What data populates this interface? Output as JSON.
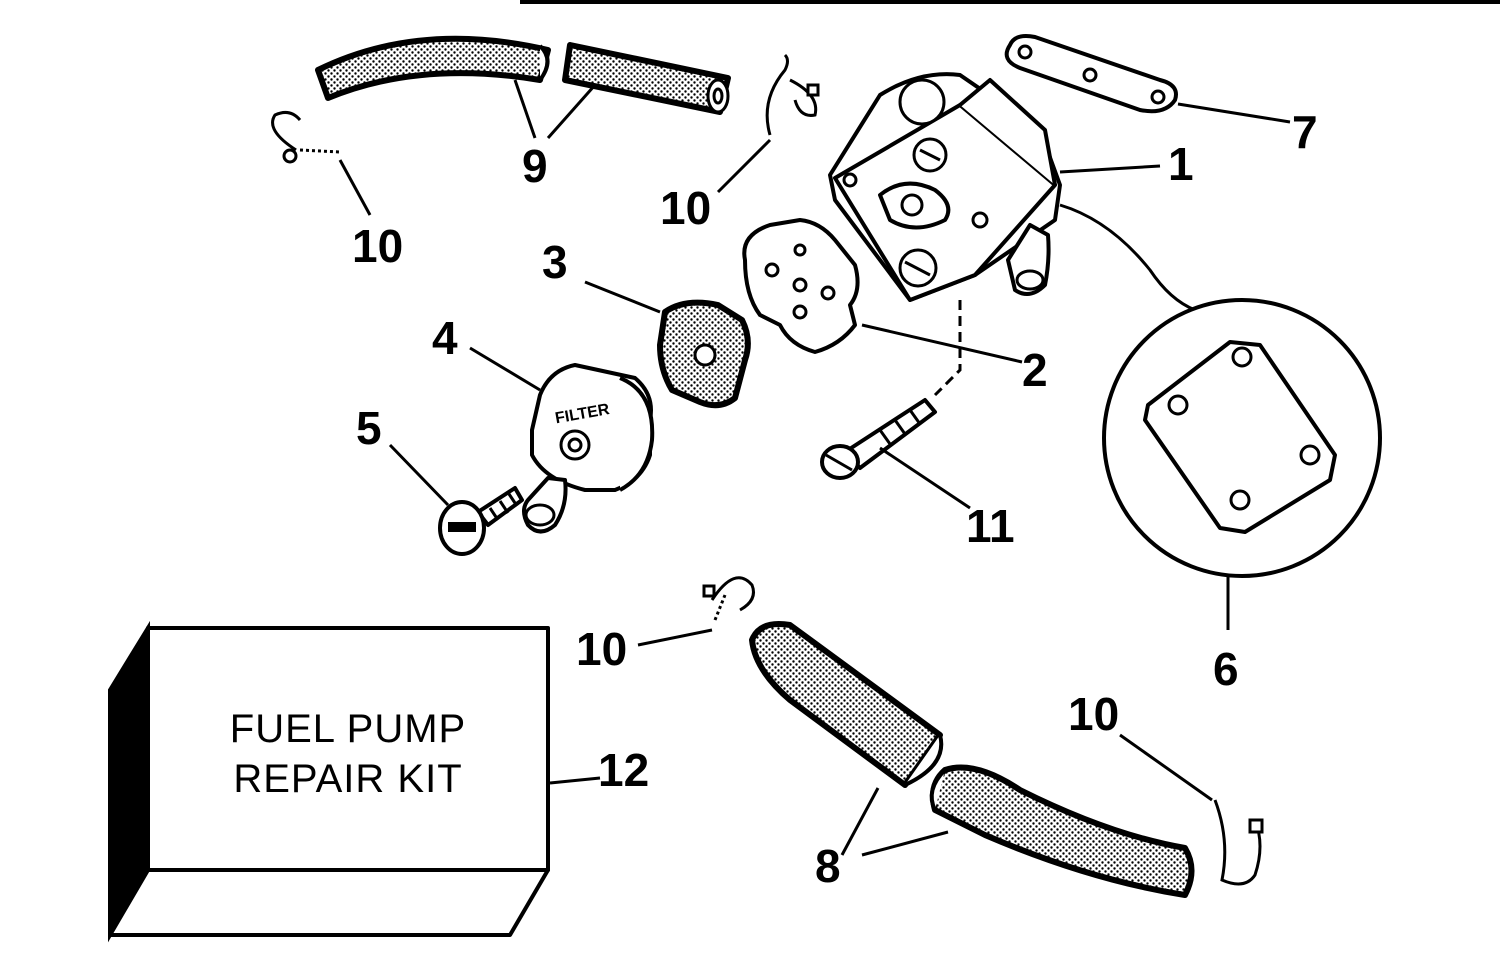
{
  "callouts": {
    "c1": "1",
    "c2": "2",
    "c3": "3",
    "c4": "4",
    "c5": "5",
    "c6": "6",
    "c7": "7",
    "c8": "8",
    "c9": "9",
    "c11": "11",
    "c12": "12",
    "c10a": "10",
    "c10b": "10",
    "c10c": "10",
    "c10d": "10"
  },
  "filter_cap_text": "FILTER",
  "kit": {
    "line1": "FUEL PUMP",
    "line2": "REPAIR KIT"
  }
}
